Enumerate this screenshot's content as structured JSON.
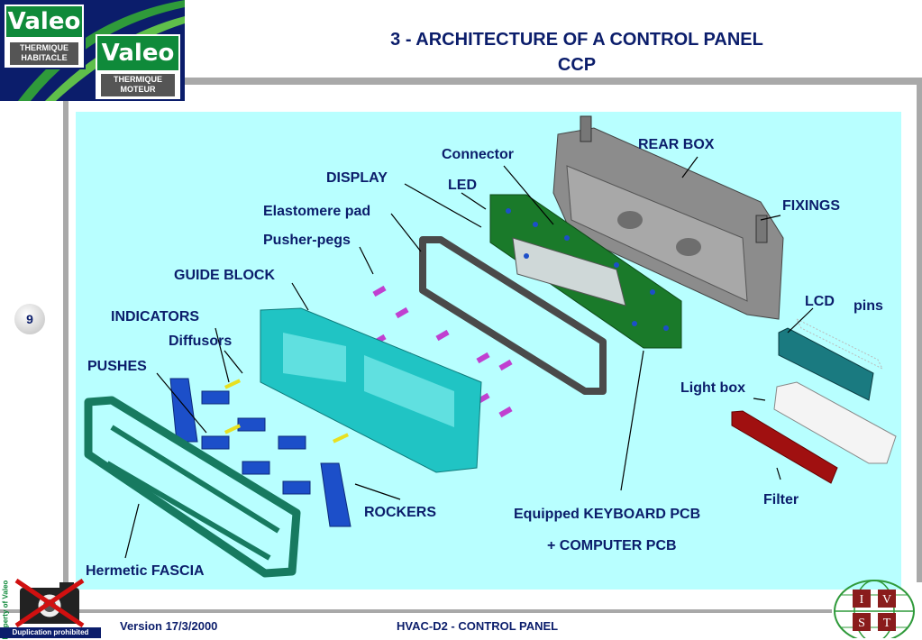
{
  "header": {
    "title_line1": "3 - ARCHITECTURE OF A CONTROL PANEL",
    "title_line2": "CCP"
  },
  "logos": {
    "logo1_word": "Valeo",
    "logo1_sub": "THERMIQUE HABITACLE",
    "logo2_word": "Valeo",
    "logo2_sub": "THERMIQUE MOTEUR"
  },
  "page_number": "9",
  "labels": {
    "rear_box": "REAR BOX",
    "connector": "Connector",
    "display": "DISPLAY",
    "led": "LED",
    "fixings": "FIXINGS",
    "elastomere_pad": "Elastomere pad",
    "pusher_pegs": "Pusher-pegs",
    "guide_block": "GUIDE BLOCK",
    "lcd": "LCD",
    "pins": "pins",
    "indicators": "INDICATORS",
    "diffusors": "Diffusors",
    "pushes": "PUSHES",
    "light_box": "Light box",
    "filter": "Filter",
    "rockers": "ROCKERS",
    "keyboard_pcb": "Equipped KEYBOARD PCB",
    "computer_pcb": "+ COMPUTER PCB",
    "hermetic_fascia": "Hermetic FASCIA"
  },
  "footer": {
    "version": "Version 17/3/2000",
    "doc_title": "HVAC-D2 - CONTROL PANEL",
    "duplication": "Duplication prohibited",
    "property": "Property of Valeo",
    "globe_letters": [
      "I",
      "V",
      "S",
      "T"
    ]
  },
  "colors": {
    "navy": "#0b1d6b",
    "valeo_green": "#0f8a3a",
    "panel_bg": "#b8ffff",
    "guide_block": "#20c4c4",
    "pcb_green": "#1a7a2a",
    "blue_parts": "#1c4fc9",
    "filter_red": "#a01010",
    "pegs": "#c040d0"
  }
}
